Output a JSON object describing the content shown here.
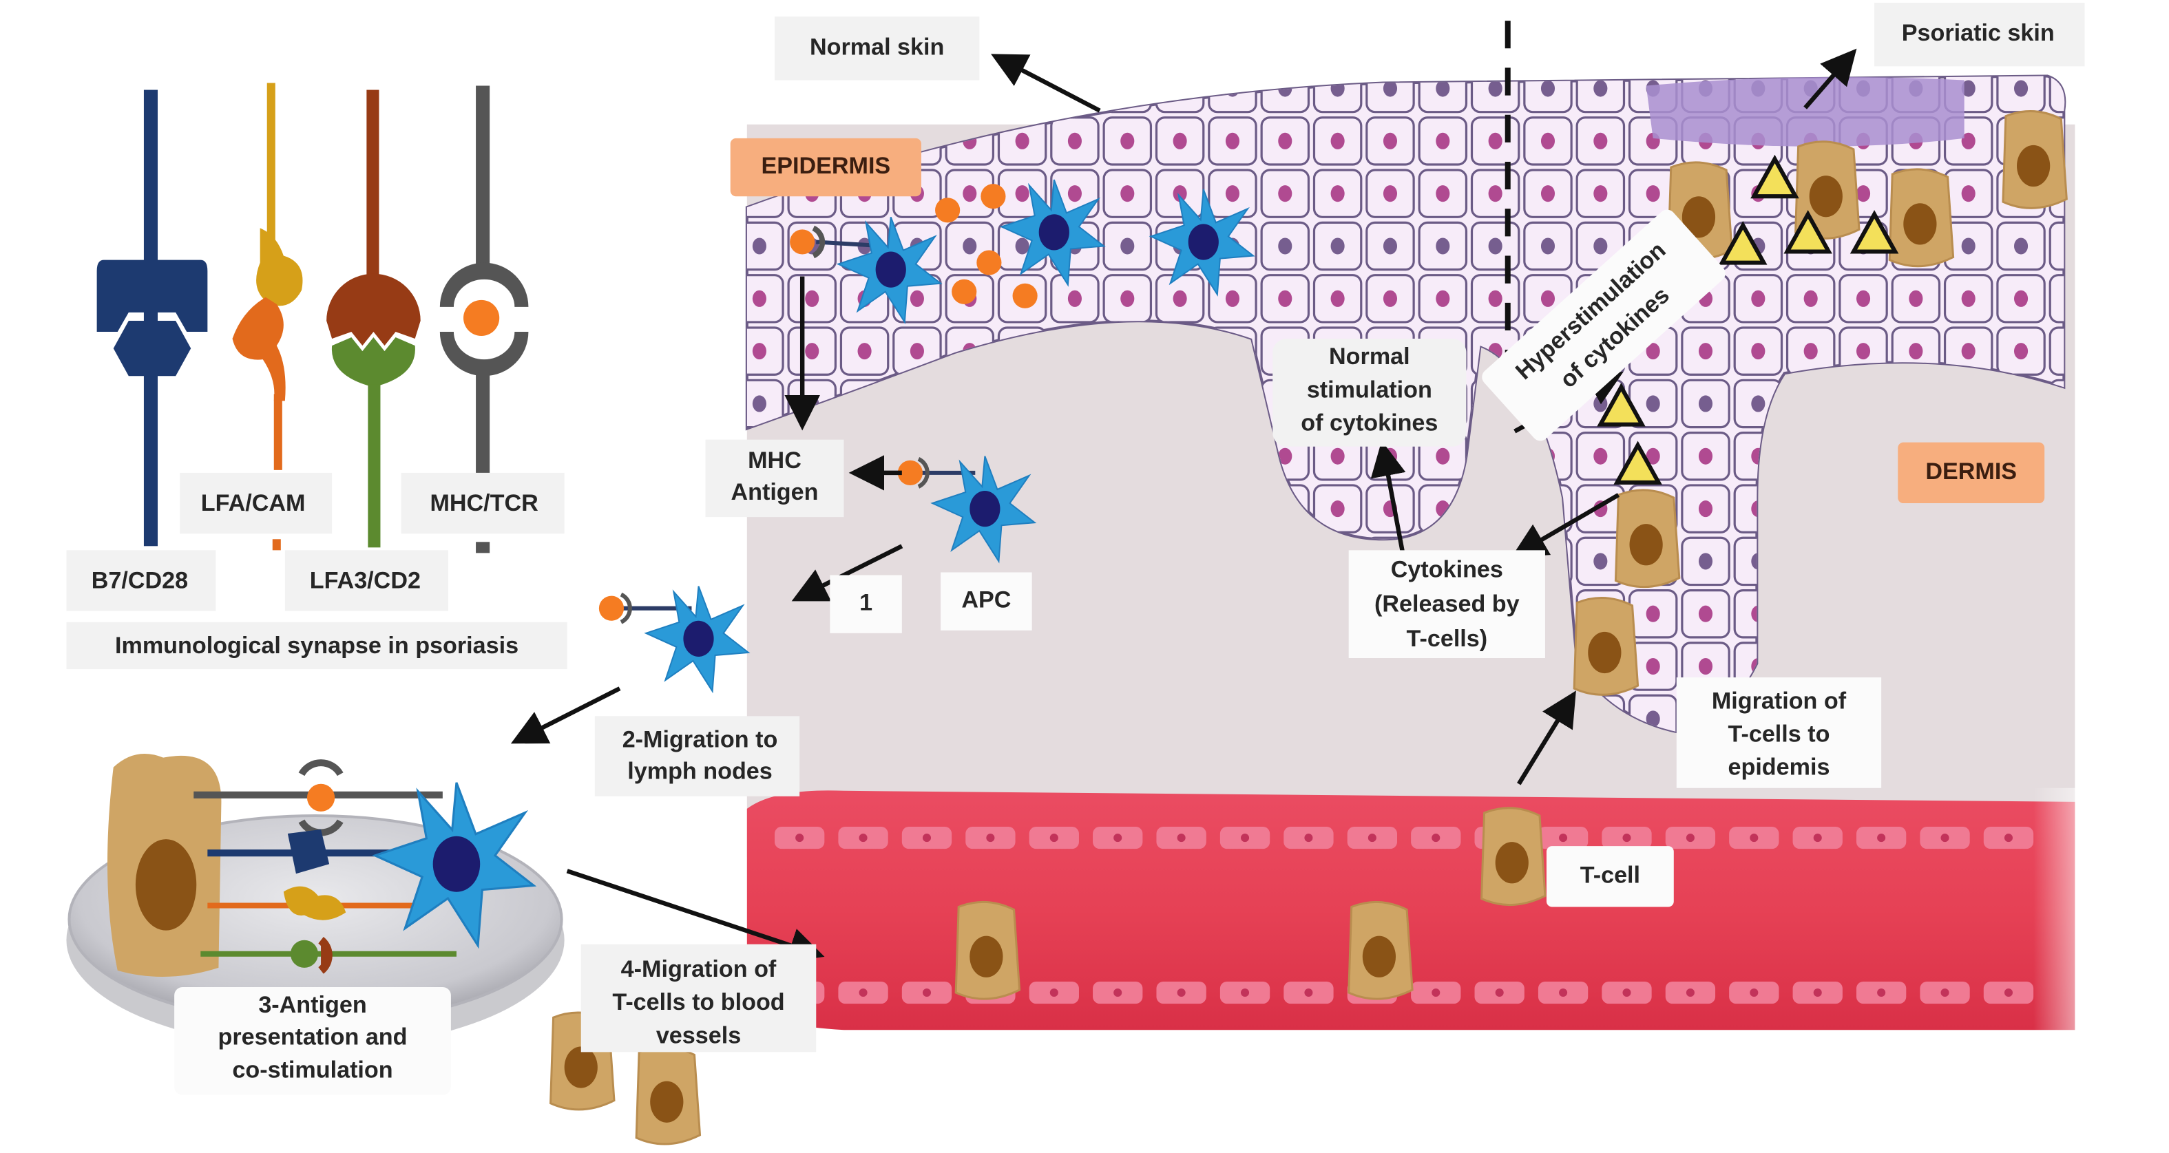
{
  "figure": {
    "title": "Immunopathogenesis of psoriasis",
    "colors": {
      "background": "#ffffff",
      "dermis": "#e4dcde",
      "epidermis_cell": "#f7ecf9",
      "epidermis_cell_border": "#6b5b86",
      "nucleus_pink": "#b04a91",
      "nucleus_purple": "#765e8f",
      "psoriatic_plaque": "#a98fd0",
      "blood_vessel": "#e8475e",
      "blood_vessel_cells": "#f07a93",
      "dendritic_cell": "#2a9ad8",
      "dendritic_nucleus": "#1c1c6e",
      "antigen": "#f57c22",
      "t_cell": "#cfa565",
      "t_cell_nucleus": "#8a5316",
      "cytokine": "#f3e05a",
      "region_tag": "#f7ae7e",
      "label_box": "#f2f2f2"
    }
  },
  "synapse_panel": {
    "caption": "Immunological synapse in psoriasis",
    "pairs": [
      {
        "label": "B7/CD28",
        "color": "#1d3a70"
      },
      {
        "label": "LFA/CAM",
        "color": "#d6a019",
        "partner_color": "#e26a1c"
      },
      {
        "label": "LFA3/CD2",
        "color": "#973b15",
        "partner_color": "#5c8a2f"
      },
      {
        "label": "MHC/TCR",
        "color": "#555555",
        "partner_color": "#f57c22"
      }
    ]
  },
  "regions": {
    "epidermis": "EPIDERMIS",
    "dermis": "DERMIS",
    "normal_skin": "Normal skin",
    "psoriatic_skin": "Psoriatic skin"
  },
  "labels": {
    "mhc_antigen": [
      "MHC",
      "Antigen"
    ],
    "step1": "1",
    "apc": "APC",
    "step2": [
      "2-Migration to",
      "lymph nodes"
    ],
    "step3": [
      "3-Antigen",
      "presentation and",
      "co-stimulation"
    ],
    "step4": [
      "4-Migration of",
      "T-cells to blood",
      "vessels"
    ],
    "normal_stim": [
      "Normal",
      "stimulation",
      "of cytokines"
    ],
    "hyper_stim": [
      "Hyperstimulation",
      "of cytokines"
    ],
    "cytokines": [
      "Cytokines",
      "(Released by",
      "T-cells)"
    ],
    "migration_epidermis": [
      "Migration of",
      "T-cells to",
      "epidemis"
    ],
    "t_cell": "T-cell"
  }
}
